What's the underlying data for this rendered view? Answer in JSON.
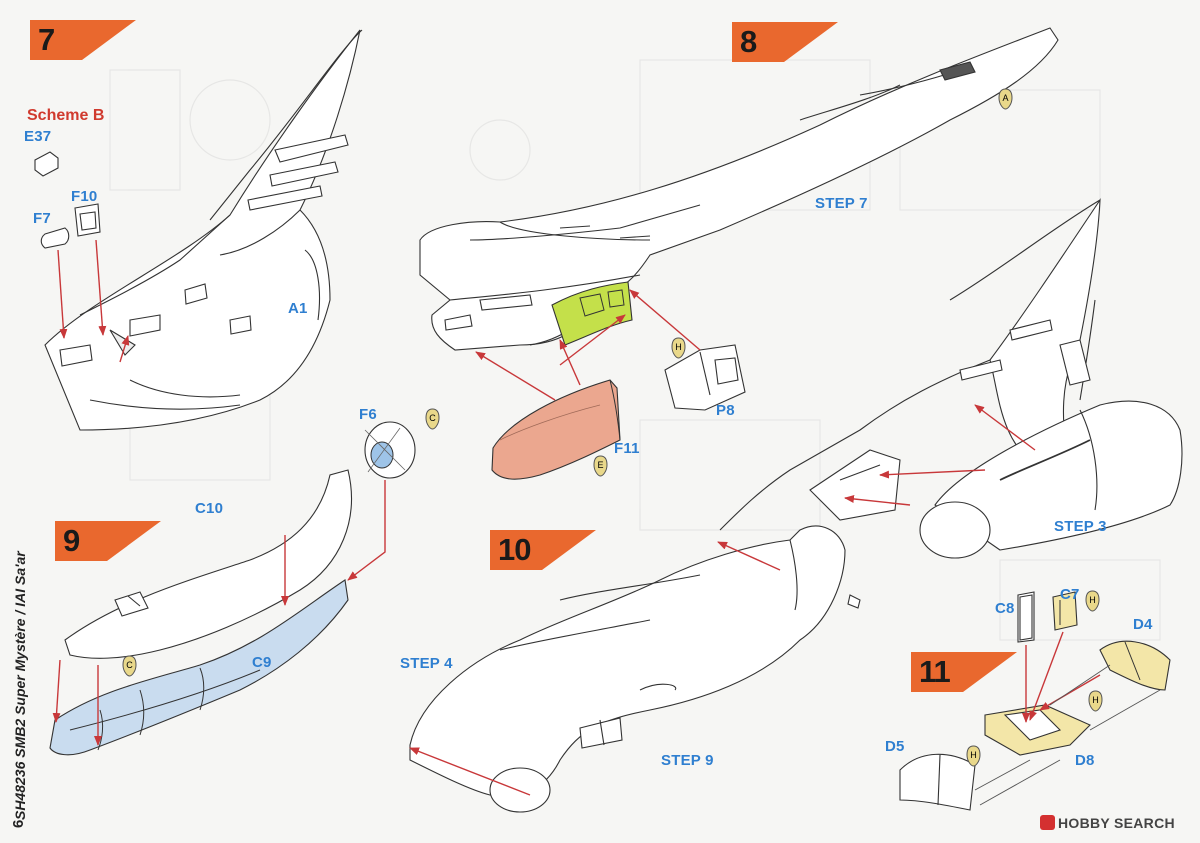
{
  "steps": {
    "s7": "7",
    "s8": "8",
    "s9": "9",
    "s10": "10",
    "s11": "11"
  },
  "scheme": "Scheme B",
  "parts": {
    "e37": "E37",
    "f10": "F10",
    "f7": "F7",
    "a1": "A1",
    "step7": "STEP 7",
    "p8": "P8",
    "f11": "F11",
    "f6": "F6",
    "c10": "C10",
    "c9": "C9",
    "step4": "STEP 4",
    "step9": "STEP 9",
    "step3": "STEP 3",
    "c8": "C8",
    "c7": "C7",
    "d4": "D4",
    "d5": "D5",
    "d8": "D8"
  },
  "bubbles": {
    "a": "A",
    "h1": "H",
    "c1": "C",
    "e": "E",
    "c2": "C",
    "h2": "H",
    "h3": "H",
    "h4": "H"
  },
  "side_title": "SH48236 SMB2 Super Mystère / IAI Sa'ar",
  "page_number": "6",
  "watermark": "HOBBY SEARCH",
  "colors": {
    "step_flag": "#e9682e",
    "label_blue": "#2f7fd0",
    "scheme_red": "#d03a2e",
    "part_green": "#c4e04a",
    "part_salmon": "#eba78f",
    "part_blue": "#c9dcef",
    "part_cream": "#f3e6a8",
    "arrow_red": "#c8383a"
  }
}
